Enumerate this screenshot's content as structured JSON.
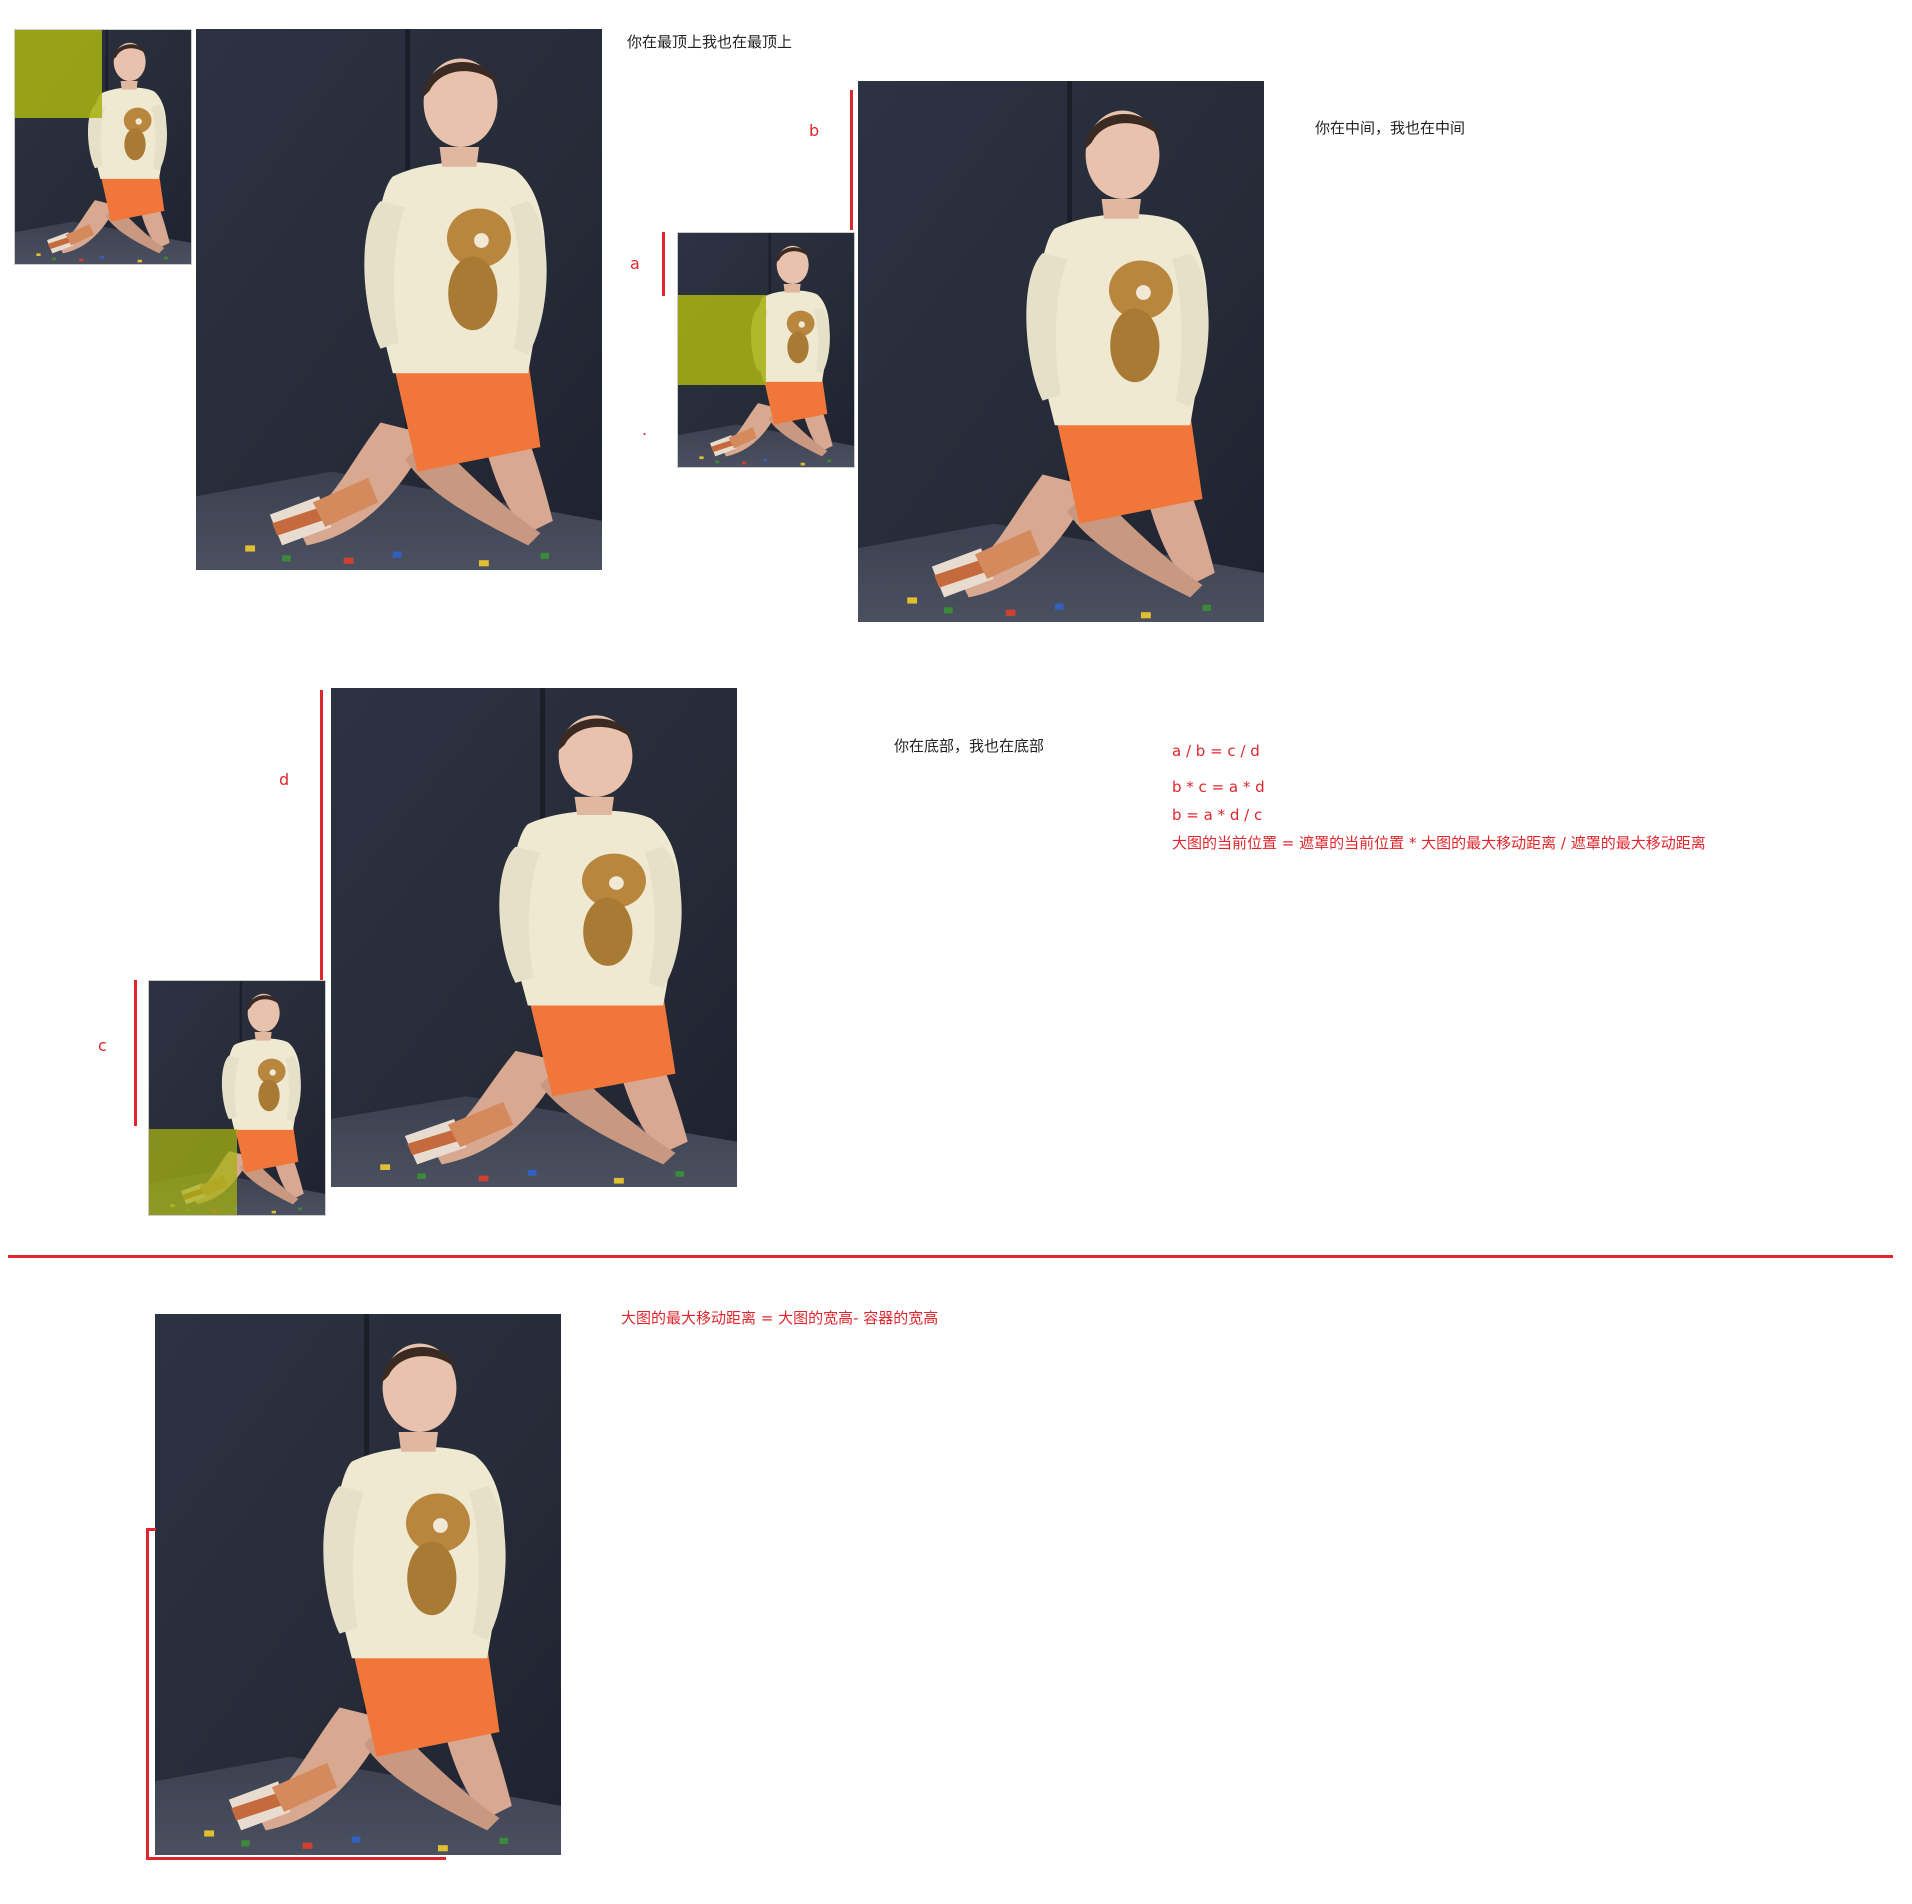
{
  "captions": {
    "top": "你在最顶上我也在最顶上",
    "middle": "你在中间，我也在中间",
    "bottom": "你在底部，我也在底部"
  },
  "labels": {
    "a": "a",
    "b": "b",
    "c": "c",
    "d": "d",
    "dot": "."
  },
  "formulas": [
    "a / b = c / d",
    "b * c = a * d",
    "b = a * d / c",
    "大图的当前位置 = 遮罩的当前位置 * 大图的最大移动距离 / 遮罩的最大移动距离"
  ],
  "max_move_note": "大图的最大移动距离 = 大图的宽高- 容器的宽高",
  "colors": {
    "annotation": "#e0262c",
    "mask": "#a6b212",
    "text": "#222222",
    "photo_backdrop": "#2b3140"
  }
}
